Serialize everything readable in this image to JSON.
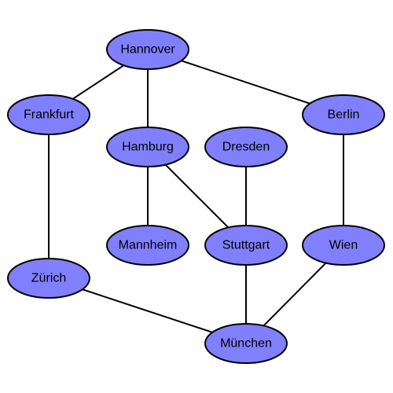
{
  "graph": {
    "node_fill": "#8080ff",
    "node_stroke": "#000000",
    "edge_color": "#000000",
    "nodes": [
      {
        "id": "hannover",
        "label": "Hannover"
      },
      {
        "id": "frankfurt",
        "label": "Frankfurt"
      },
      {
        "id": "berlin",
        "label": "Berlin"
      },
      {
        "id": "hamburg",
        "label": "Hamburg"
      },
      {
        "id": "dresden",
        "label": "Dresden"
      },
      {
        "id": "mannheim",
        "label": "Mannheim"
      },
      {
        "id": "stuttgart",
        "label": "Stuttgart"
      },
      {
        "id": "wien",
        "label": "Wien"
      },
      {
        "id": "zurich",
        "label": "Zürich"
      },
      {
        "id": "munchen",
        "label": "München"
      }
    ],
    "edges": [
      {
        "from": "hannover",
        "to": "frankfurt"
      },
      {
        "from": "hannover",
        "to": "hamburg"
      },
      {
        "from": "hannover",
        "to": "berlin"
      },
      {
        "from": "frankfurt",
        "to": "zurich"
      },
      {
        "from": "hamburg",
        "to": "mannheim"
      },
      {
        "from": "hamburg",
        "to": "stuttgart"
      },
      {
        "from": "dresden",
        "to": "stuttgart"
      },
      {
        "from": "berlin",
        "to": "wien"
      },
      {
        "from": "zurich",
        "to": "munchen"
      },
      {
        "from": "stuttgart",
        "to": "munchen"
      },
      {
        "from": "wien",
        "to": "munchen"
      }
    ]
  }
}
